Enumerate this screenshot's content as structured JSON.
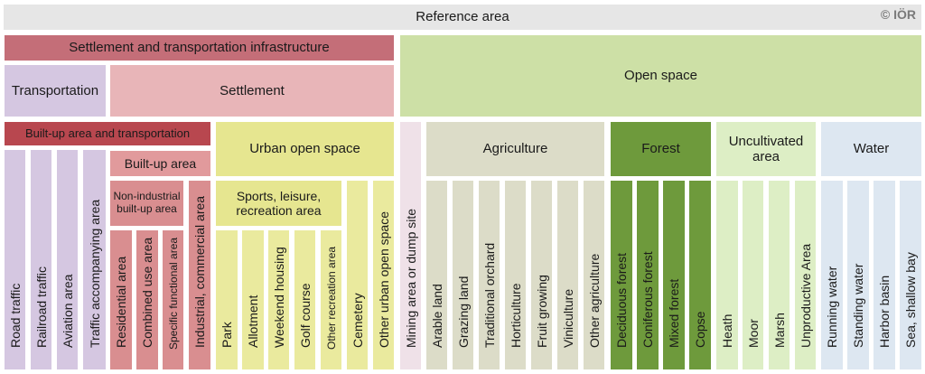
{
  "reference": {
    "label": "Reference area",
    "copyright": "© IÖR"
  },
  "colors": {
    "reference": "#e6e6e6",
    "settlement_infra": "#c46e78",
    "transportation": "#d5c7e1",
    "settlement": "#e8b5b8",
    "built_up_transport": "#b8474f",
    "built_up_area": "#e19a9c",
    "built_up_leaf": "#d98e90",
    "urban_open": "#e6e690",
    "urban_leaf": "#eaea9e",
    "open_space": "#cde0a6",
    "mining": "#efe1e8",
    "agriculture": "#dcdcc8",
    "forest": "#6e9a3c",
    "uncultivated": "#ddeec5",
    "water": "#dde7f1"
  },
  "top": {
    "settlement_infra": "Settlement and transportation infrastructure",
    "transportation": "Transportation",
    "settlement": "Settlement",
    "open_space": "Open space"
  },
  "categories": {
    "built_up_transport": "Built-up area and transportation",
    "built_up_area": "Built-up area",
    "non_industrial": "Non-industrial built-up area",
    "urban_open": "Urban open space",
    "sports": "Sports, leisure, recreation area",
    "agriculture": "Agriculture",
    "forest": "Forest",
    "uncultivated": "Uncultivated area",
    "water": "Water"
  },
  "transport_leaves": [
    "Road traffic",
    "Railroad traffic",
    "Aviation area",
    "Traffic accompanying area"
  ],
  "builtup_leaves": [
    "Residential area",
    "Combined use area",
    "Specific functional area",
    "Industrial, commercial area"
  ],
  "sports_leaves": [
    "Park",
    "Allotment",
    "Weekend housing",
    "Golf course",
    "Other recreation area"
  ],
  "urban_leaves": [
    "Cemetery",
    "Other urban open space"
  ],
  "mining": "Mining area or dump site",
  "agriculture_leaves": [
    "Arable land",
    "Grazing land",
    "Traditional orchard",
    "Horticulture",
    "Fruit growing",
    "Viniculture",
    "Other agriculture"
  ],
  "forest_leaves": [
    "Deciduous forest",
    "Coniferous forest",
    "Mixed forest",
    "Copse"
  ],
  "uncultivated_leaves": [
    "Heath",
    "Moor",
    "Marsh",
    "Unproductive Area"
  ],
  "water_leaves": [
    "Running water",
    "Standing water",
    "Harbor basin",
    "Sea, shallow bay"
  ]
}
